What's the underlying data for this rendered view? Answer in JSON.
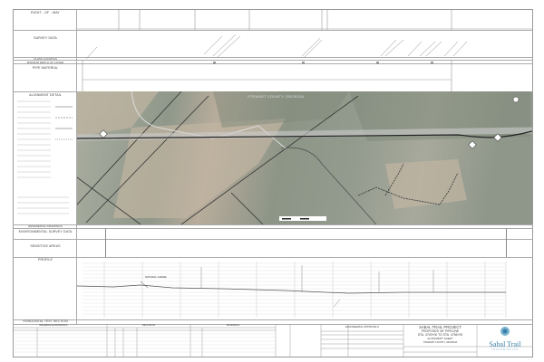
{
  "left_panel": {
    "right_of_way": "RIGHT - OF - WAY",
    "survey_data": "SURVEY DATA",
    "class_location": "CLASS LOCATION",
    "min_depth": "MINIMUM DEPTH OF COVER",
    "pipe_material": "PIPE MATERIAL",
    "alignment_detail": "ALIGNMENT DETAIL",
    "reference_drawings": "REFERENCE DRAWINGS",
    "environmental_survey": "ENVIRONMENTAL SURVEY DATA",
    "sensitive_areas": "SENSITIVE AREAS",
    "profile": "PROFILE",
    "horizontal_test_section": "HORIZONTAL TEST SECTION"
  },
  "map": {
    "county_label": "STEWART COUNTY, GEORGIA",
    "colors": {
      "aerial_forest": "#8f988a",
      "aerial_field": "#b8ac9c",
      "pipeline": "#333333"
    }
  },
  "profile": {
    "grade_label": "NATURAL GRADE"
  },
  "bottom": {
    "reference_drawings": "REFERENCE DRAWINGS",
    "revisions": "REVISIONS",
    "materials": "MATERIALS",
    "engineering_approvals": "ENGINEERING APPROVALS"
  },
  "title_block": {
    "project": "SABAL TRAIL PROJECT",
    "pipeline": "PROPOSED 36\" PIPELINE",
    "stations": "STA. 4700+00 TO STA. 4756+00",
    "sheet_type": "ALIGNMENT SHEET",
    "location": "STEWART COUNTY, GEORGIA",
    "logo_text": "Sabal Trail",
    "logo_sub": "TRANSMISSION",
    "logo_color": "#3a7fa8"
  }
}
